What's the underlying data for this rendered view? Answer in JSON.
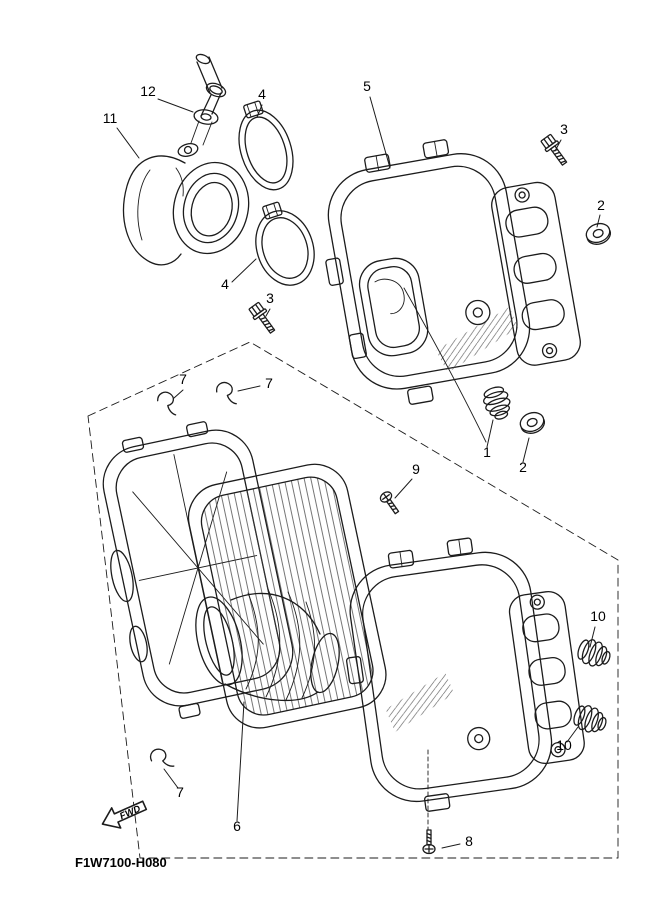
{
  "diagram": {
    "code": "F1W7100-H080",
    "fwd_label": "FWD",
    "colors": {
      "line": "#1c1c1c",
      "background": "#ffffff"
    },
    "callouts": [
      {
        "label": "12"
      },
      {
        "label": "11"
      },
      {
        "label": "4"
      },
      {
        "label": "5"
      },
      {
        "label": "3"
      },
      {
        "label": "2"
      },
      {
        "label": "4"
      },
      {
        "label": "3"
      },
      {
        "label": "1"
      },
      {
        "label": "2"
      },
      {
        "label": "7"
      },
      {
        "label": "7"
      },
      {
        "label": "9"
      },
      {
        "label": "10"
      },
      {
        "label": "10"
      },
      {
        "label": "7"
      },
      {
        "label": "6"
      },
      {
        "label": "8"
      }
    ]
  }
}
